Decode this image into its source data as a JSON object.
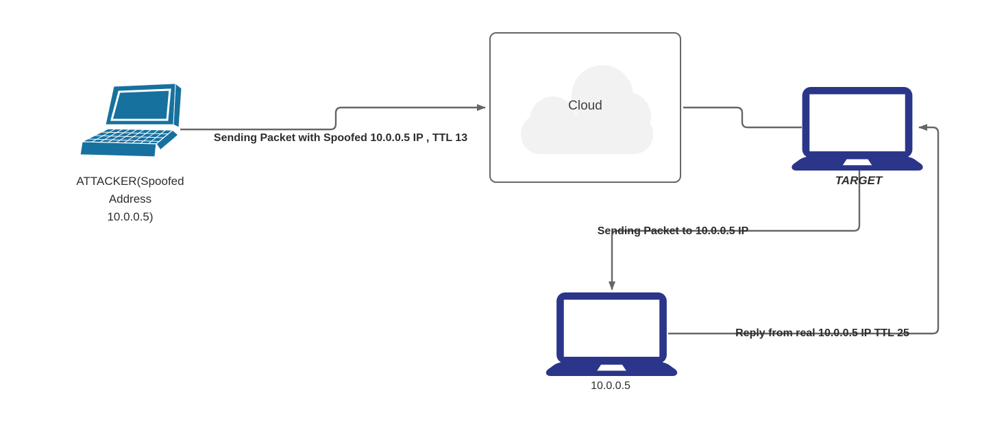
{
  "diagram": {
    "nodes": {
      "attacker": {
        "lines": [
          "ATTACKER(Spoofed",
          "Address",
          "10.0.0.5)"
        ],
        "full_label": "ATTACKER(Spoofed Address 10.0.0.5)",
        "color": "#17719f"
      },
      "cloud": {
        "label": "Cloud",
        "fill": "#f2f2f2",
        "border": "#666666"
      },
      "target": {
        "label": "TARGET",
        "color": "#2b3589"
      },
      "real_host": {
        "label": "10.0.0.5",
        "color": "#2b3589"
      }
    },
    "edges": {
      "attacker_to_cloud": {
        "label": "Sending Packet with Spoofed 10.0.0.5 IP , TTL 13"
      },
      "cloud_to_target": {
        "label": ""
      },
      "target_to_host": {
        "label": "Sending Packet to 10.0.0.5 IP"
      },
      "host_to_target": {
        "label": "Reply from real 10.0.0.5 IP TTL 25"
      }
    },
    "connector_color": "#666666",
    "label_color": "#2d2d2d"
  }
}
